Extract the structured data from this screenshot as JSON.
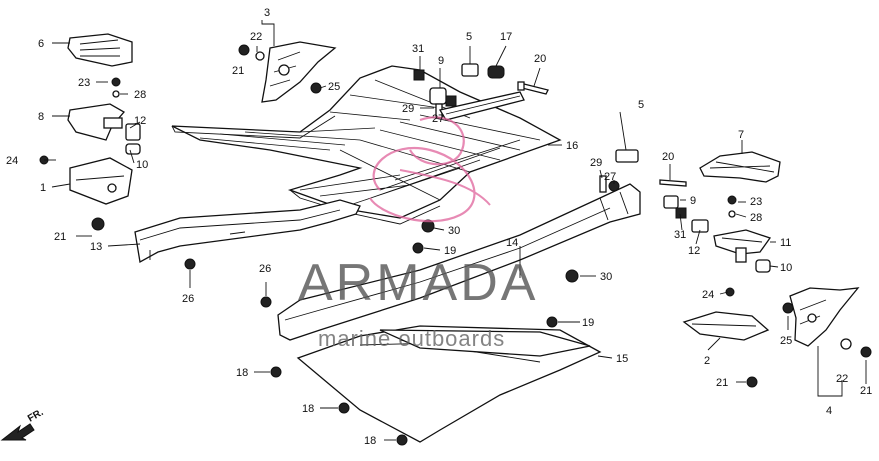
{
  "callouts": [
    {
      "id": "c1",
      "text": "1"
    },
    {
      "id": "c2",
      "text": "2"
    },
    {
      "id": "c3",
      "text": "3"
    },
    {
      "id": "c4",
      "text": "4"
    },
    {
      "id": "c5a",
      "text": "5"
    },
    {
      "id": "c5b",
      "text": "5"
    },
    {
      "id": "c6",
      "text": "6"
    },
    {
      "id": "c7",
      "text": "7"
    },
    {
      "id": "c8",
      "text": "8"
    },
    {
      "id": "c9a",
      "text": "9"
    },
    {
      "id": "c9b",
      "text": "9"
    },
    {
      "id": "c10a",
      "text": "10"
    },
    {
      "id": "c10b",
      "text": "10"
    },
    {
      "id": "c11",
      "text": "11"
    },
    {
      "id": "c12a",
      "text": "12"
    },
    {
      "id": "c12b",
      "text": "12"
    },
    {
      "id": "c13",
      "text": "13"
    },
    {
      "id": "c14",
      "text": "14"
    },
    {
      "id": "c15",
      "text": "15"
    },
    {
      "id": "c16",
      "text": "16"
    },
    {
      "id": "c17",
      "text": "17"
    },
    {
      "id": "c18a",
      "text": "18"
    },
    {
      "id": "c18b",
      "text": "18"
    },
    {
      "id": "c18c",
      "text": "18"
    },
    {
      "id": "c19a",
      "text": "19"
    },
    {
      "id": "c19b",
      "text": "19"
    },
    {
      "id": "c20a",
      "text": "20"
    },
    {
      "id": "c20b",
      "text": "20"
    },
    {
      "id": "c21a",
      "text": "21"
    },
    {
      "id": "c21b",
      "text": "21"
    },
    {
      "id": "c21c",
      "text": "21"
    },
    {
      "id": "c21d",
      "text": "21"
    },
    {
      "id": "c22a",
      "text": "22"
    },
    {
      "id": "c22b",
      "text": "22"
    },
    {
      "id": "c23a",
      "text": "23"
    },
    {
      "id": "c23b",
      "text": "23"
    },
    {
      "id": "c24a",
      "text": "24"
    },
    {
      "id": "c24b",
      "text": "24"
    },
    {
      "id": "c25a",
      "text": "25"
    },
    {
      "id": "c25b",
      "text": "25"
    },
    {
      "id": "c26a",
      "text": "26"
    },
    {
      "id": "c26b",
      "text": "26"
    },
    {
      "id": "c27a",
      "text": "27"
    },
    {
      "id": "c27b",
      "text": "27"
    },
    {
      "id": "c28a",
      "text": "28"
    },
    {
      "id": "c28b",
      "text": "28"
    },
    {
      "id": "c29a",
      "text": "29"
    },
    {
      "id": "c29b",
      "text": "29"
    },
    {
      "id": "c30a",
      "text": "30"
    },
    {
      "id": "c30b",
      "text": "30"
    },
    {
      "id": "c31a",
      "text": "31"
    },
    {
      "id": "c31b",
      "text": "31"
    }
  ],
  "watermark": {
    "brand": "ARMADA",
    "tagline": "marine outboards",
    "logo_color": "#e0639b",
    "text_color": "#555555"
  },
  "direction_label": "FR."
}
